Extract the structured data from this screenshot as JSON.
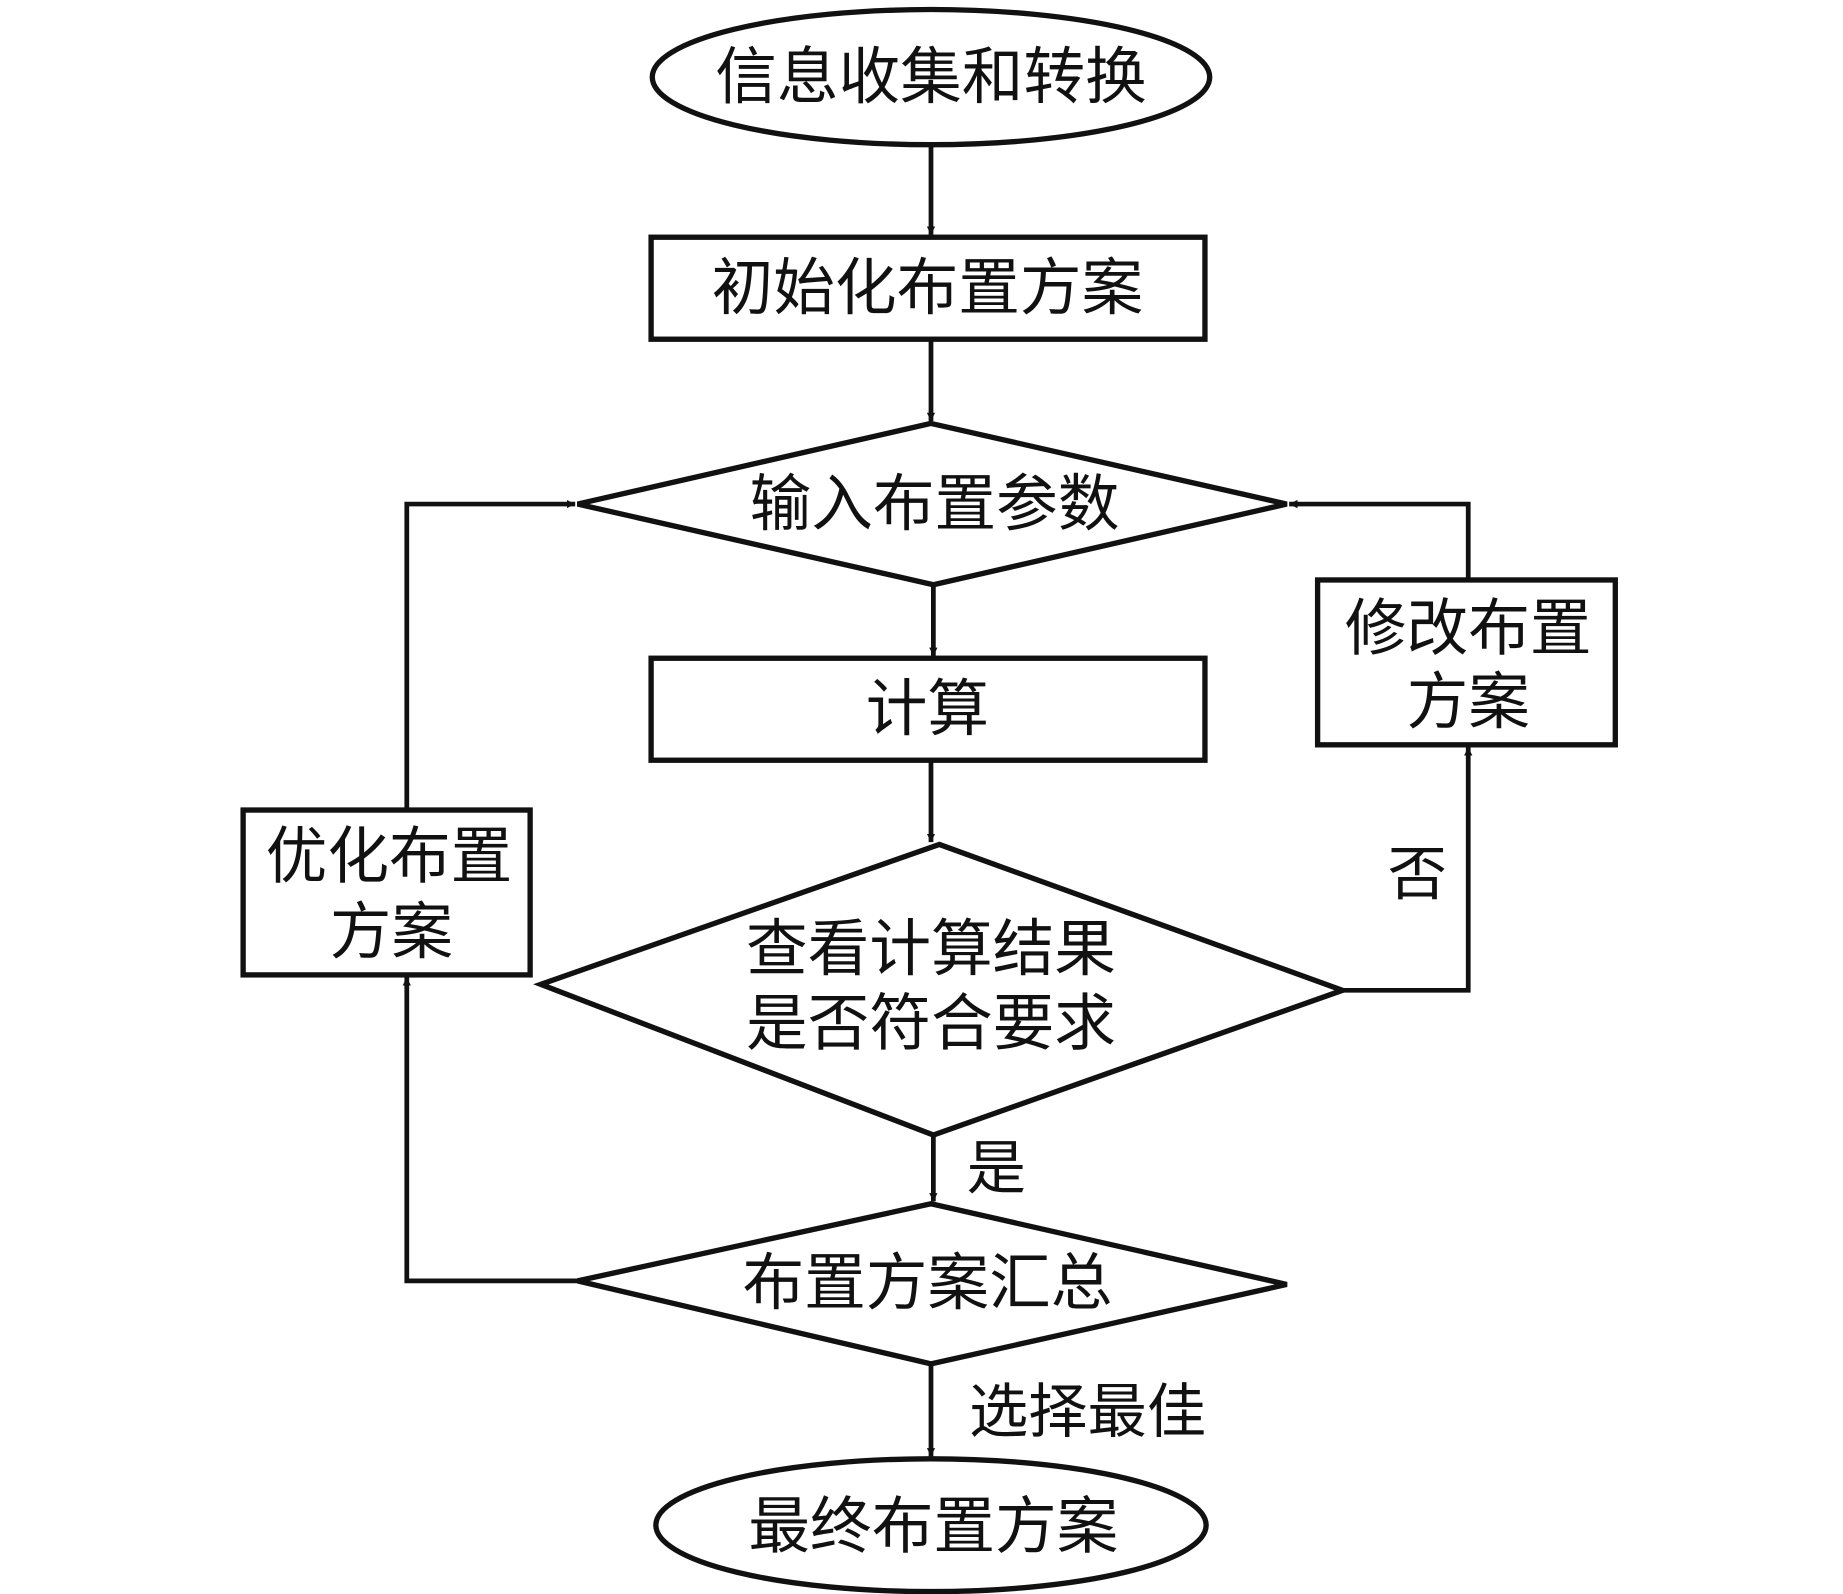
{
  "diagram": {
    "type": "flowchart",
    "nodes": {
      "start": {
        "shape": "ellipse",
        "label": "信息收集和转换"
      },
      "init": {
        "shape": "rectangle",
        "label": "初始化布置方案"
      },
      "input": {
        "shape": "diamond",
        "label": "输入布置参数"
      },
      "compute": {
        "shape": "rectangle",
        "label": "计算"
      },
      "check": {
        "shape": "diamond",
        "lines": [
          "查看计算结果",
          "是否符合要求"
        ]
      },
      "modify": {
        "shape": "rectangle",
        "lines": [
          "修改布置",
          "方案"
        ]
      },
      "optimize": {
        "shape": "rectangle",
        "lines": [
          "优化布置",
          "方案"
        ]
      },
      "summary": {
        "shape": "diamond",
        "label": "布置方案汇总"
      },
      "end": {
        "shape": "ellipse",
        "label": "最终布置方案"
      }
    },
    "edges": [
      {
        "from": "start",
        "to": "init",
        "label": ""
      },
      {
        "from": "init",
        "to": "input",
        "label": ""
      },
      {
        "from": "input",
        "to": "compute",
        "label": ""
      },
      {
        "from": "compute",
        "to": "check",
        "label": ""
      },
      {
        "from": "check",
        "to": "modify",
        "label": "否"
      },
      {
        "from": "modify",
        "to": "input",
        "label": ""
      },
      {
        "from": "check",
        "to": "summary",
        "label": "是"
      },
      {
        "from": "summary",
        "to": "optimize",
        "label": ""
      },
      {
        "from": "optimize",
        "to": "input",
        "label": ""
      },
      {
        "from": "summary",
        "to": "end",
        "label": "选择最佳"
      }
    ],
    "edge_labels": {
      "no": "否",
      "yes": "是",
      "select_best": "选择最佳"
    },
    "colors": {
      "stroke": "#111111",
      "background": "#ffffff"
    }
  }
}
